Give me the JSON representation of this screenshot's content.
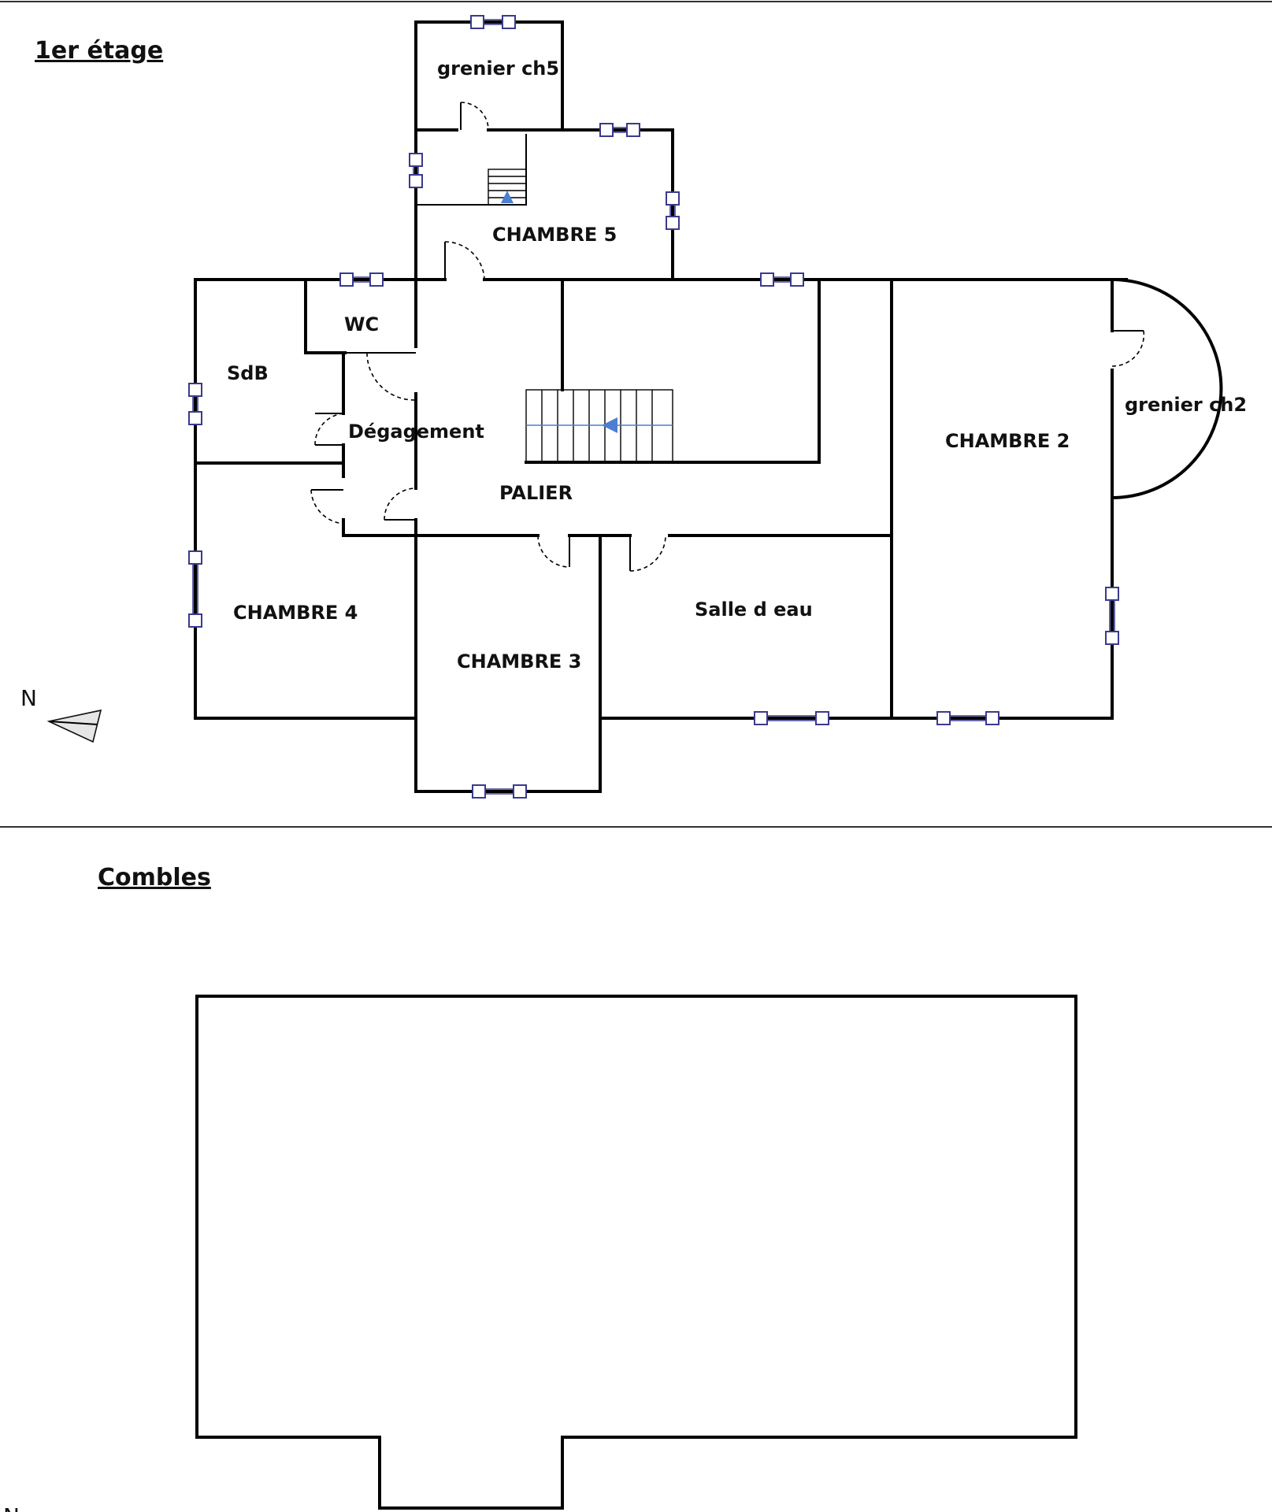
{
  "levels": {
    "first": "1er étage",
    "attic": "Combles"
  },
  "rooms": {
    "grenier_ch5": "grenier ch5",
    "chambre5": "CHAMBRE 5",
    "wc": "WC",
    "sdb": "SdB",
    "degagement": "Dégagement",
    "palier": "PALIER",
    "chambre2": "CHAMBRE 2",
    "grenier_ch2": "grenier ch2",
    "chambre4": "CHAMBRE 4",
    "chambre3": "CHAMBRE 3",
    "salle_eau": "Salle d eau"
  },
  "compass": {
    "label": "N",
    "icon": "north-arrow-icon"
  },
  "colors": {
    "walls": "#000000",
    "windows": "#3a3a8f",
    "stair_arrow": "#4b7fd1"
  }
}
